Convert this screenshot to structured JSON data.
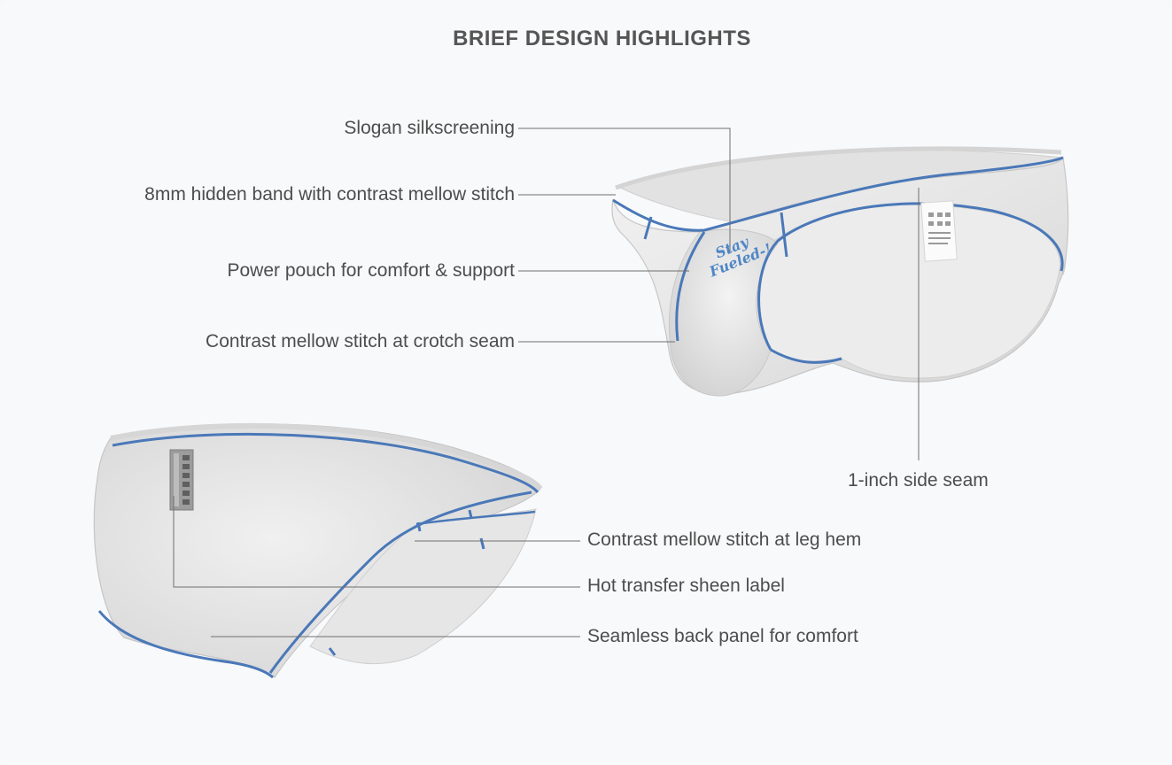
{
  "title": "BRIEF DESIGN HIGHLIGHTS",
  "slogan": {
    "line1": "Stay",
    "line2": "Fueled-!"
  },
  "callouts": {
    "slogan_silkscreening": "Slogan silkscreening",
    "hidden_band": "8mm hidden band with contrast mellow stitch",
    "power_pouch": "Power pouch for comfort & support",
    "crotch_seam": "Contrast mellow stitch at crotch seam",
    "side_seam": "1-inch side seam",
    "leg_hem": "Contrast mellow stitch at leg hem",
    "sheen_label": "Hot transfer sheen label",
    "back_panel": "Seamless back panel for comfort"
  },
  "colors": {
    "stitch_blue": "#4a78b8",
    "fabric": "#e9e9e9",
    "leader_line": "#6e6e6e"
  }
}
